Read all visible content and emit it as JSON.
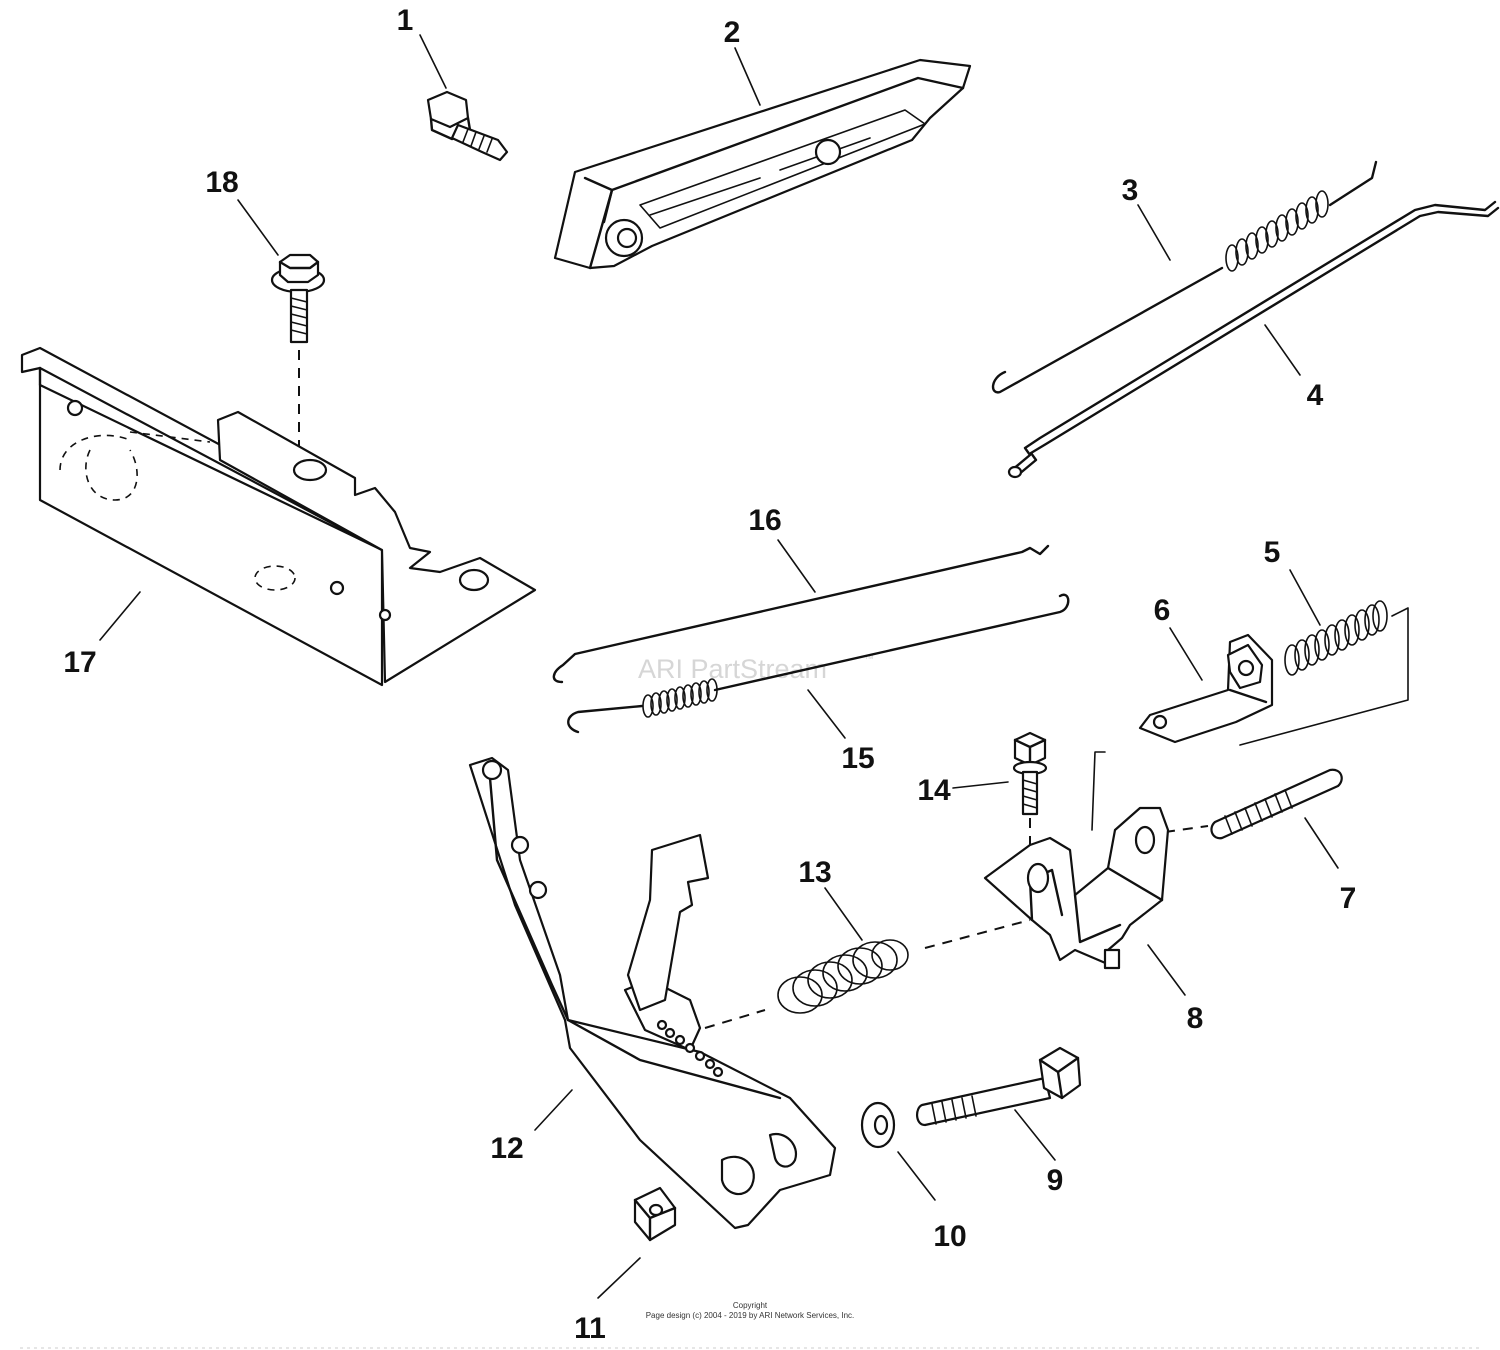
{
  "callouts": [
    {
      "id": "1",
      "label": "1"
    },
    {
      "id": "2",
      "label": "2"
    },
    {
      "id": "3",
      "label": "3"
    },
    {
      "id": "4",
      "label": "4"
    },
    {
      "id": "5",
      "label": "5"
    },
    {
      "id": "6",
      "label": "6"
    },
    {
      "id": "7",
      "label": "7"
    },
    {
      "id": "8",
      "label": "8"
    },
    {
      "id": "9",
      "label": "9"
    },
    {
      "id": "10",
      "label": "10"
    },
    {
      "id": "11",
      "label": "11"
    },
    {
      "id": "12",
      "label": "12"
    },
    {
      "id": "13",
      "label": "13"
    },
    {
      "id": "14",
      "label": "14"
    },
    {
      "id": "15",
      "label": "15"
    },
    {
      "id": "16",
      "label": "16"
    },
    {
      "id": "17",
      "label": "17"
    },
    {
      "id": "18",
      "label": "18"
    }
  ],
  "watermark": {
    "text": "ARI PartStream",
    "trademark": "™"
  },
  "copyright": {
    "line1": "Copyright",
    "line2": "Page design (c) 2004 - 2019 by ARI Network Services, Inc."
  },
  "colors": {
    "ink": "#111111",
    "background": "#ffffff",
    "watermark": "#d6d6d6"
  }
}
